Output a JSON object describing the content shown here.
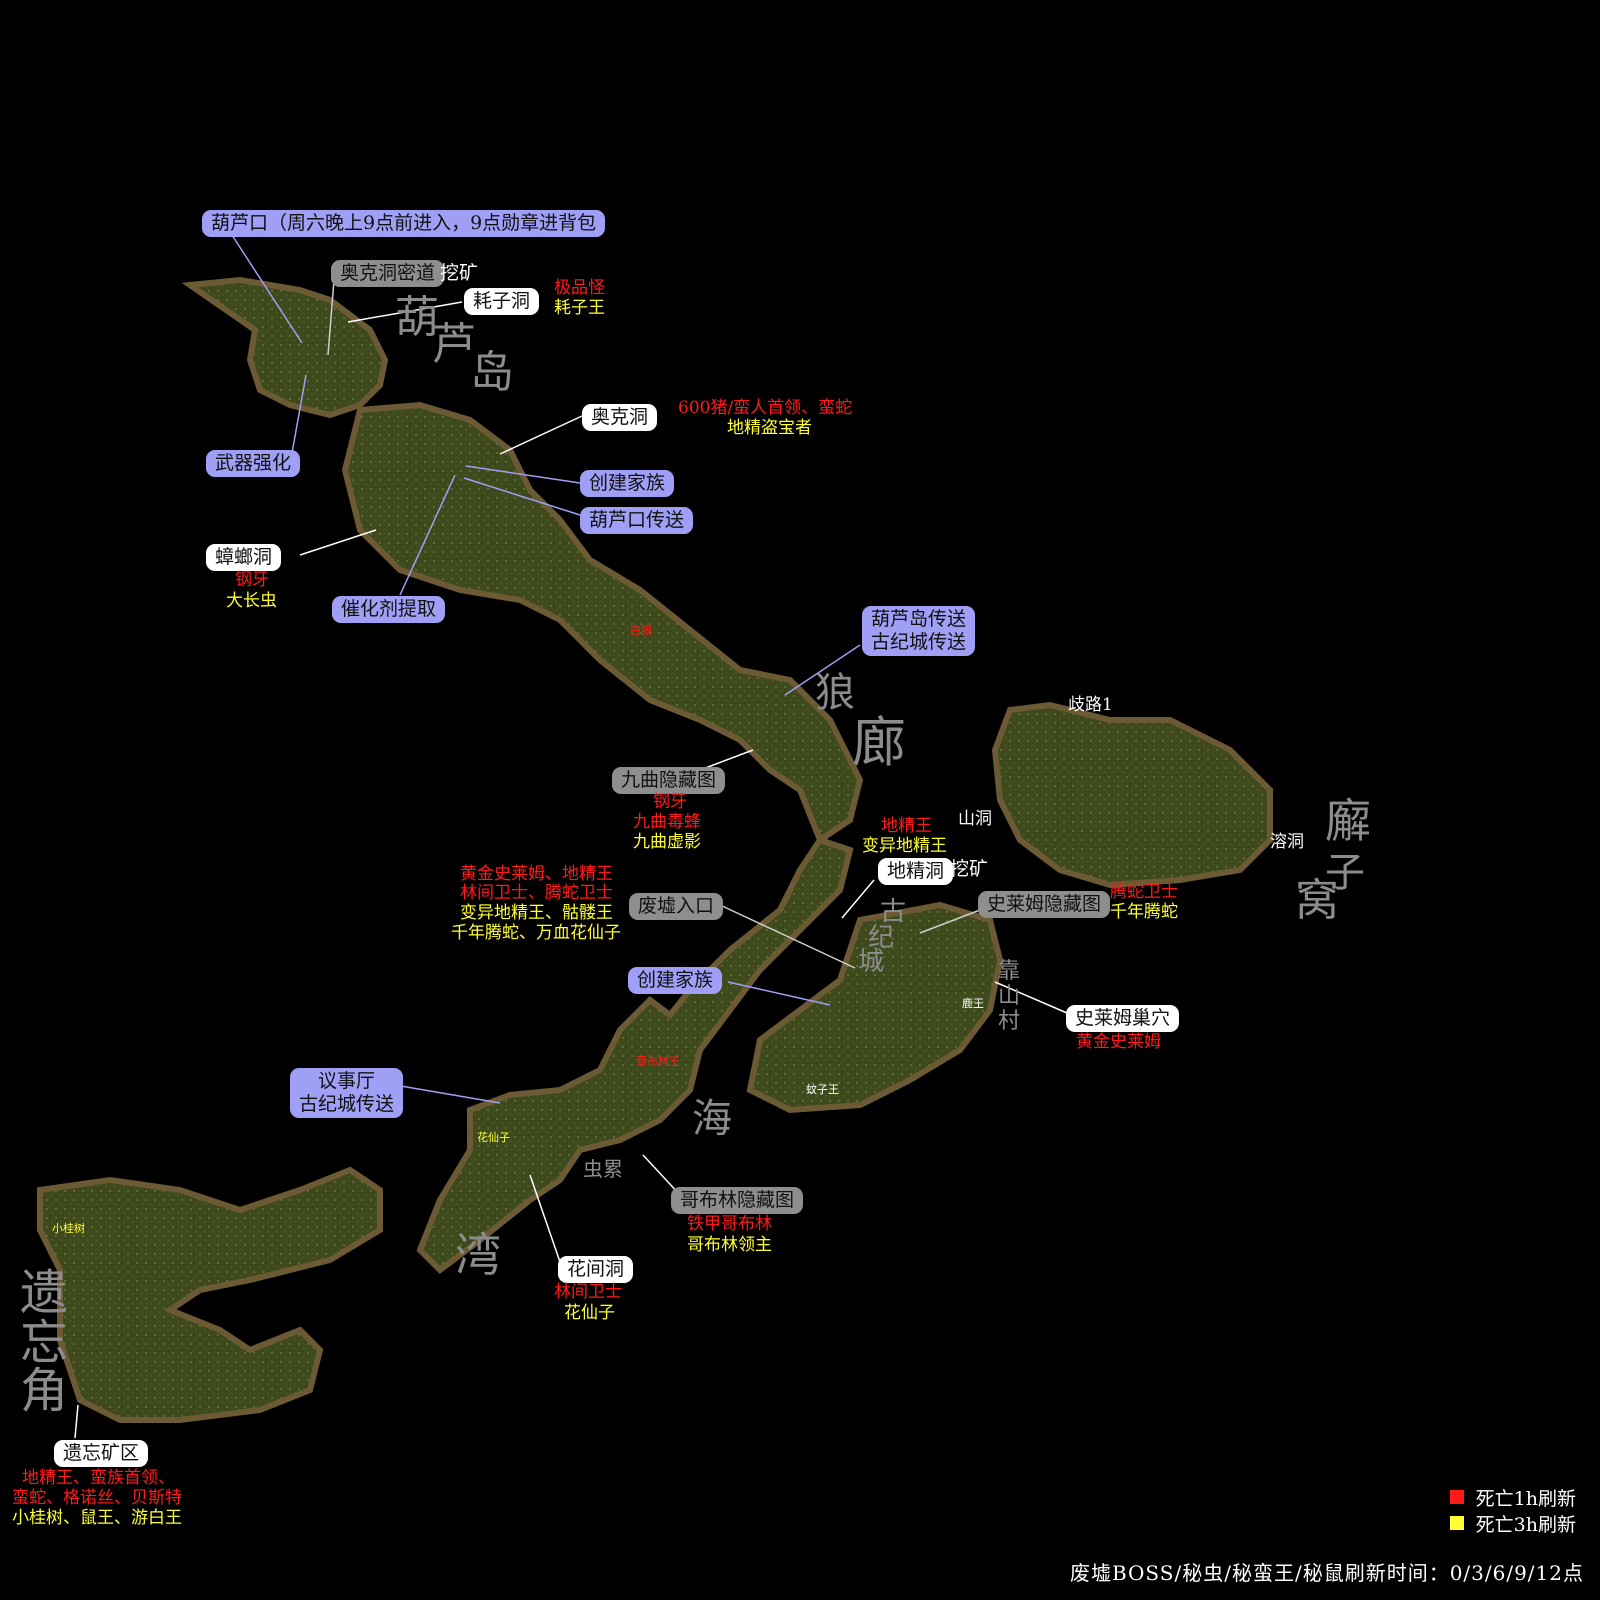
{
  "colors": {
    "red": "#ff1a1a",
    "yellow": "#ffff33",
    "purple_label": "#9f9ff5",
    "gray_label": "#8e8e8e",
    "terrain": "#3e4a1c"
  },
  "regions": {
    "hulu_island": "葫芦岛",
    "wolf_corridor": "狼廊",
    "ancient_city": "古纪城",
    "abandoned_den": "廨子窝",
    "sea_bay": "海湾",
    "forgotten_cape": "遗忘角",
    "mountain_village": "靠山村"
  },
  "labels": {
    "hulukou": "葫芦口（周六晚上9点前进入，9点勋章进背包",
    "okedong_passage": "奥克洞密道",
    "mining1": "挖矿",
    "haozidong": "耗子洞",
    "haozidong_red": "极品怪",
    "haozidong_yel": "耗子王",
    "weapon": "武器强化",
    "okedong": "奥克洞",
    "okedong_red": "600猪/蛮人首领、蛮蛇",
    "okedong_yel": "地精盗宝者",
    "create_family1": "创建家族",
    "hulukou_tp": "葫芦口传送",
    "cockroach": "蟑螂洞",
    "cockroach_red": "钢牙",
    "cockroach_yel": "大长虫",
    "catalyst": "催化剂提取",
    "island_tp_line1": "葫芦岛传送",
    "island_tp_line2": "古纪城传送",
    "bailang": "白狼",
    "jiuqu_map": "九曲隐藏图",
    "jiuqu_red1": "钢牙",
    "jiuqu_red2": "九曲毒蜂",
    "jiuqu_yel": "九曲虚影",
    "branch": "歧路1",
    "shandong": "山洞",
    "rongdong": "溶洞",
    "goblin_red": "地精王",
    "goblin_yel": "变异地精王",
    "goblin_cave": "地精洞",
    "mining2": "挖矿",
    "ruins_red1": "黄金史莱姆、地精王",
    "ruins_red2": "林间卫士、腾蛇卫士",
    "ruins_yel1": "变异地精王、骷髅王",
    "ruins_yel2": "千年腾蛇、万血花仙子",
    "ruins_entry": "废墟入口",
    "slime_map": "史莱姆隐藏图",
    "tengshe_red": "腾蛇卫士",
    "tengshe_yel": "千年腾蛇",
    "create_family2": "创建家族",
    "luwang": "鹿王",
    "slime_nest": "史莱姆巢穴",
    "slime_nest_red": "黄金史莱姆",
    "gebulin_small": "哥布林王",
    "hall_line1": "议事厅",
    "hall_line2": "古纪城传送",
    "wenziwang": "蚊子王",
    "huaxianzi_small": "花仙子",
    "chonglei": "虫累",
    "goblin_map": "哥布林隐藏图",
    "goblin_map_red": "铁甲哥布林",
    "goblin_map_yel": "哥布林领主",
    "huajian": "花间洞",
    "huajian_red": "林间卫士",
    "huajian_yel": "花仙子",
    "xiaoguishu": "小桂树",
    "forgotten_mine": "遗忘矿区",
    "mine_red1": "地精王、蛮族首领、",
    "mine_red2": "蛮蛇、格诺丝、贝斯特",
    "mine_yel": "小桂树、鼠王、游白王"
  },
  "legend": [
    {
      "color": "#ff1a1a",
      "text": "死亡1h刷新"
    },
    {
      "color": "#ffff33",
      "text": "死亡3h刷新"
    }
  ],
  "footer": "废墟BOSS/秘虫/秘蛮王/秘鼠刷新时间：0/3/6/9/12点"
}
